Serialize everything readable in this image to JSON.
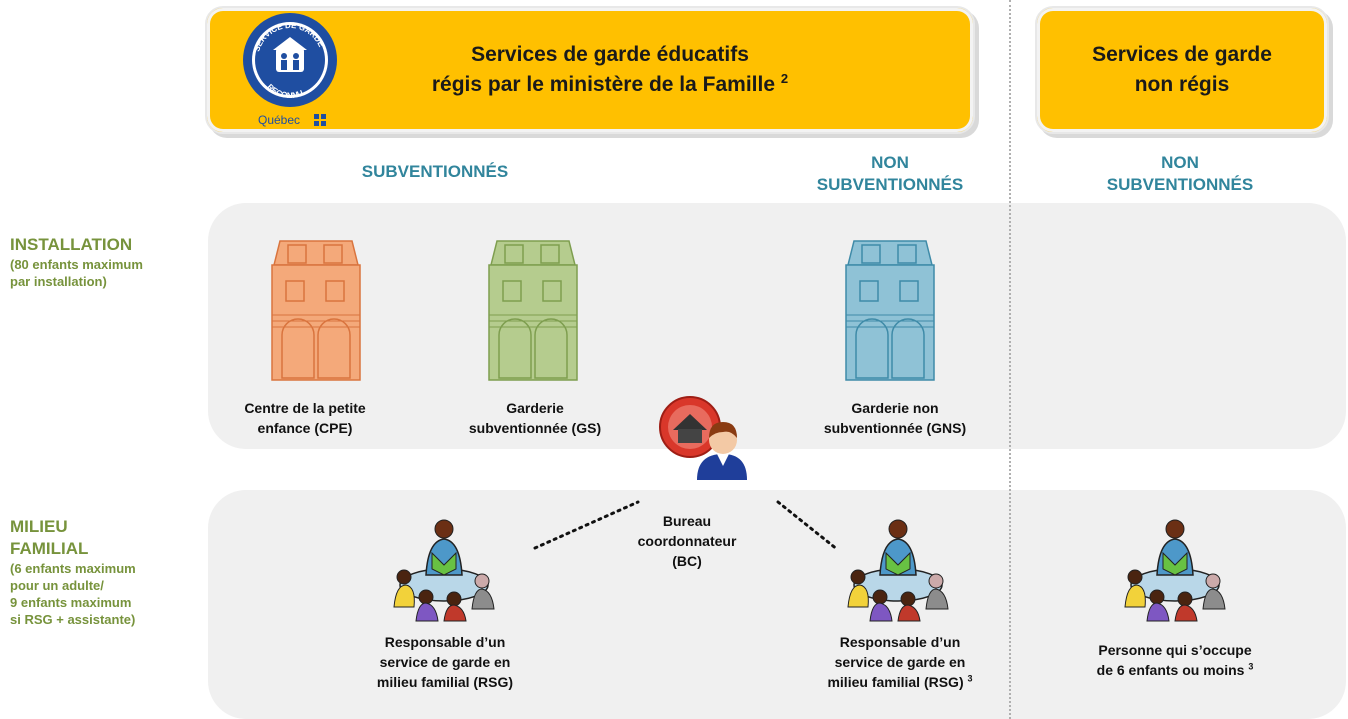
{
  "banners": {
    "regulated": {
      "line1": "Services de garde éducatifs",
      "line2": "régis par le ministère de la Famille",
      "sup": "2"
    },
    "unregulated": {
      "line1": "Services de garde",
      "line2": "non régis"
    }
  },
  "logo": {
    "top_text": "SERVICE DE GARDE",
    "bottom_text": "RECONNU",
    "brand": "Québec"
  },
  "headers": {
    "subsidized": "SUBVENTIONNÉS",
    "non_subsidized_1": {
      "line1": "NON",
      "line2": "SUBVENTIONNÉS"
    },
    "non_subsidized_2": {
      "line1": "NON",
      "line2": "SUBVENTIONNÉS"
    }
  },
  "rows": {
    "installation": {
      "title": "INSTALLATION",
      "sub1": "(80 enfants maximum",
      "sub2": "par installation)"
    },
    "family": {
      "title1": "MILIEU",
      "title2": "FAMILIAL",
      "sub1": "(6 enfants maximum",
      "sub2": "pour un adulte/",
      "sub3": "9 enfants maximum",
      "sub4": "si RSG + assistante)"
    }
  },
  "items": {
    "cpe": {
      "line1": "Centre de la petite",
      "line2": "enfance (CPE)"
    },
    "gs": {
      "line1": "Garderie",
      "line2": "subventionnée (GS)"
    },
    "gns": {
      "line1": "Garderie non",
      "line2": "subventionnée (GNS)"
    },
    "bc": {
      "line1": "Bureau",
      "line2": "coordonnateur",
      "line3": "(BC)"
    },
    "rsg1": {
      "line1": "Responsable d’un",
      "line2": "service de garde en",
      "line3": "milieu familial (RSG)"
    },
    "rsg2": {
      "line1": "Responsable d’un",
      "line2": "service de garde en",
      "line3": "milieu familial (RSG)",
      "sup": "3"
    },
    "person": {
      "line1": "Personne qui s’occupe",
      "line2": "de 6 enfants ou moins",
      "sup": "3"
    }
  },
  "colors": {
    "banner": "#FFC000",
    "header_text": "#31859C",
    "row_label": "#77933C",
    "cpe_building": "#F4A97A",
    "gs_building": "#B5CC8E",
    "gns_building": "#8FC2D6"
  }
}
